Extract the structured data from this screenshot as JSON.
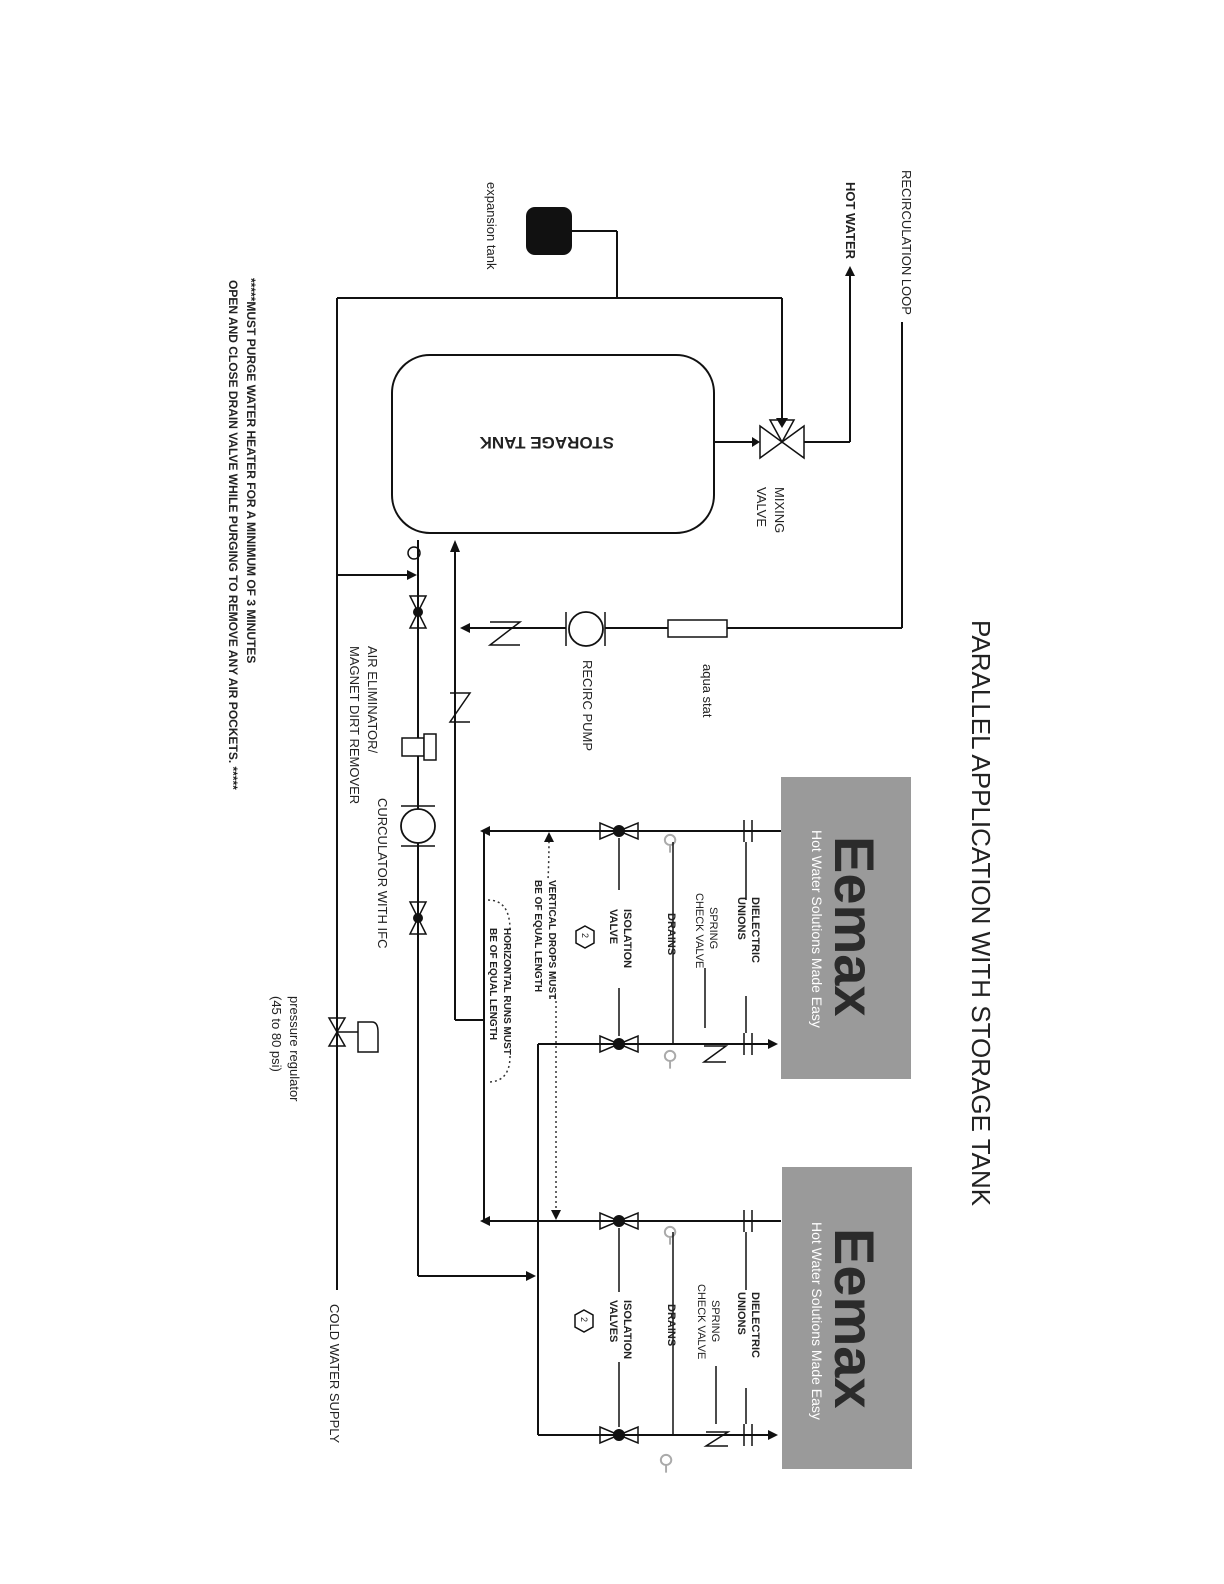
{
  "title": "PARALLEL APPLICATION WITH STORAGE TANK",
  "labels": {
    "recirc_loop": "RECIRCULATION LOOP",
    "hot_water": "HOT WATER",
    "expansion_tank": "expansion tank",
    "storage_tank": "STORAGE TANK",
    "mixing_valve_1": "MIXING",
    "mixing_valve_2": "VALVE",
    "aqua_stat": "aqua stat",
    "recirc_pump": "RECIRC PUMP",
    "air_elim_1": "AIR ELIMINATOR/",
    "air_elim_2": "MAGNET DIRT REMOVER",
    "circulator": "CURCULATOR WITH IFC",
    "pressure_reg_1": "pressure regulator",
    "pressure_reg_2": "(45 to 80 psi)",
    "cold_water": "COLD WATER SUPPLY",
    "note_1": "*****MUST PURGE WATER HEATER FOR A MINIMUM OF 3 MINUTES",
    "note_2": "OPEN AND CLOSE DRAIN VALVE  WHILE PURGING TO REMOVE ANY AIR POCKETS. *****",
    "vertical_drops_1": "VERTICAL DROPS MUST",
    "vertical_drops_2": "BE OF EQUAL LENGTH",
    "horizontal_runs_1": "HORIZONTAL RUNS MUST",
    "horizontal_runs_2": "BE OF EQUAL LENGTH"
  },
  "heaters": [
    {
      "brand": "Eemax",
      "tagline": "Hot Water Solutions Made Easy",
      "dielectric_1": "DIELECTRIC",
      "dielectric_2": "UNIONS",
      "check_1": "SPRING",
      "check_2": "CHECK VALVE",
      "drains": "DRAINS",
      "isolation_1": "ISOLATION",
      "isolation_2": "VALVE",
      "badge": "2"
    },
    {
      "brand": "Eemax",
      "tagline": "Hot Water Solutions Made Easy",
      "dielectric_1": "DIELECTRIC",
      "dielectric_2": "UNIONS",
      "check_1": "SPRING",
      "check_2": "CHECK VALVE",
      "drains": "DRAINS",
      "isolation_1": "ISOLATION",
      "isolation_2": "VALVES",
      "badge": "2"
    }
  ],
  "colors": {
    "line": "#111111",
    "heater_box": "#9a9a9a",
    "heater_brand": "#2b2b2b",
    "heater_tagline": "#ffffff",
    "tank_fill": "#111111"
  }
}
